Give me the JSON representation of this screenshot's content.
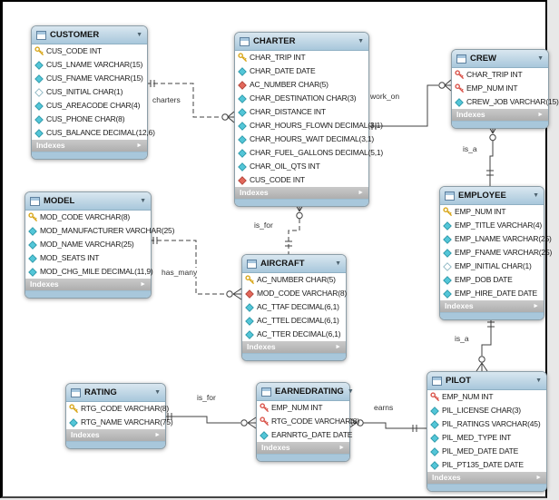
{
  "diagram": {
    "tables": [
      {
        "name": "CUSTOMER",
        "footer": "Indexes",
        "fields": [
          {
            "icon": "primary-key",
            "text": "CUS_CODE INT"
          },
          {
            "icon": "attribute",
            "text": "CUS_LNAME VARCHAR(15)"
          },
          {
            "icon": "attribute",
            "text": "CUS_FNAME VARCHAR(15)"
          },
          {
            "icon": "nullable-attribute",
            "text": "CUS_INITIAL CHAR(1)"
          },
          {
            "icon": "attribute",
            "text": "CUS_AREACODE CHAR(4)"
          },
          {
            "icon": "attribute",
            "text": "CUS_PHONE CHAR(8)"
          },
          {
            "icon": "attribute",
            "text": "CUS_BALANCE DECIMAL(12,6)"
          }
        ]
      },
      {
        "name": "CHARTER",
        "footer": "Indexes",
        "fields": [
          {
            "icon": "primary-key",
            "text": "CHAR_TRIP INT"
          },
          {
            "icon": "attribute",
            "text": "CHAR_DATE DATE"
          },
          {
            "icon": "foreign-key",
            "text": "AC_NUMBER CHAR(5)"
          },
          {
            "icon": "attribute",
            "text": "CHAR_DESTINATION CHAR(3)"
          },
          {
            "icon": "attribute",
            "text": "CHAR_DISTANCE INT"
          },
          {
            "icon": "attribute",
            "text": "CHAR_HOURS_FLOWN DECIMAL(3,1)"
          },
          {
            "icon": "attribute",
            "text": "CHAR_HOURS_WAIT DECIMAL(3,1)"
          },
          {
            "icon": "attribute",
            "text": "CHAR_FUEL_GALLONS DECIMAL(5,1)"
          },
          {
            "icon": "attribute",
            "text": "CHAR_OIL_QTS INT"
          },
          {
            "icon": "foreign-key",
            "text": "CUS_CODE INT"
          }
        ]
      },
      {
        "name": "CREW",
        "footer": "Indexes",
        "fields": [
          {
            "icon": "foreign-primary-key",
            "text": "CHAR_TRIP INT"
          },
          {
            "icon": "foreign-primary-key",
            "text": "EMP_NUM INT"
          },
          {
            "icon": "attribute",
            "text": "CREW_JOB VARCHAR(15)"
          }
        ]
      },
      {
        "name": "MODEL",
        "footer": "Indexes",
        "fields": [
          {
            "icon": "primary-key",
            "text": "MOD_CODE VARCHAR(8)"
          },
          {
            "icon": "attribute",
            "text": "MOD_MANUFACTURER VARCHAR(25)"
          },
          {
            "icon": "attribute",
            "text": "MOD_NAME VARCHAR(25)"
          },
          {
            "icon": "attribute",
            "text": "MOD_SEATS INT"
          },
          {
            "icon": "attribute",
            "text": "MOD_CHG_MILE DECIMAL(11,9)"
          }
        ]
      },
      {
        "name": "AIRCRAFT",
        "footer": "Indexes",
        "fields": [
          {
            "icon": "primary-key",
            "text": "AC_NUMBER CHAR(5)"
          },
          {
            "icon": "foreign-key",
            "text": "MOD_CODE VARCHAR(8)"
          },
          {
            "icon": "attribute",
            "text": "AC_TTAF DECIMAL(6,1)"
          },
          {
            "icon": "attribute",
            "text": "AC_TTEL DECIMAL(6,1)"
          },
          {
            "icon": "attribute",
            "text": "AC_TTER DECIMAL(6,1)"
          }
        ]
      },
      {
        "name": "EMPLOYEE",
        "footer": "Indexes",
        "fields": [
          {
            "icon": "primary-key",
            "text": "EMP_NUM INT"
          },
          {
            "icon": "attribute",
            "text": "EMP_TITLE VARCHAR(4)"
          },
          {
            "icon": "attribute",
            "text": "EMP_LNAME VARCHAR(25)"
          },
          {
            "icon": "attribute",
            "text": "EMP_FNAME VARCHAR(25)"
          },
          {
            "icon": "nullable-attribute",
            "text": "EMP_INITIAL CHAR(1)"
          },
          {
            "icon": "attribute",
            "text": "EMP_DOB DATE"
          },
          {
            "icon": "attribute",
            "text": "EMP_HIRE_DATE DATE"
          }
        ]
      },
      {
        "name": "RATING",
        "footer": "Indexes",
        "fields": [
          {
            "icon": "primary-key",
            "text": "RTG_CODE VARCHAR(8)"
          },
          {
            "icon": "attribute",
            "text": "RTG_NAME VARCHAR(75)"
          }
        ]
      },
      {
        "name": "EARNEDRATING",
        "footer": "Indexes",
        "fields": [
          {
            "icon": "foreign-primary-key",
            "text": "EMP_NUM INT"
          },
          {
            "icon": "foreign-primary-key",
            "text": "RTG_CODE VARCHAR(8)"
          },
          {
            "icon": "attribute",
            "text": "EARNRTG_DATE DATE"
          }
        ]
      },
      {
        "name": "PILOT",
        "footer": "Indexes",
        "fields": [
          {
            "icon": "foreign-primary-key",
            "text": "EMP_NUM INT"
          },
          {
            "icon": "attribute",
            "text": "PIL_LICENSE CHAR(3)"
          },
          {
            "icon": "attribute",
            "text": "PIL_RATINGS VARCHAR(45)"
          },
          {
            "icon": "attribute",
            "text": "PIL_MED_TYPE INT"
          },
          {
            "icon": "attribute",
            "text": "PIL_MED_DATE DATE"
          },
          {
            "icon": "attribute",
            "text": "PIL_PT135_DATE DATE"
          }
        ]
      }
    ],
    "relationships": [
      {
        "label": "charters",
        "from": "CUSTOMER",
        "to": "CHARTER",
        "from_end": "one",
        "to_end": "many",
        "line": "dashed"
      },
      {
        "label": "work_on",
        "from": "CHARTER",
        "to": "CREW",
        "from_end": "one",
        "to_end": "many",
        "line": "solid"
      },
      {
        "label": "is_a",
        "from": "EMPLOYEE",
        "to": "CREW",
        "from_end": "one",
        "to_end": "many",
        "line": "solid"
      },
      {
        "label": "is_for",
        "from": "AIRCRAFT",
        "to": "CHARTER",
        "from_end": "one",
        "to_end": "many",
        "line": "dashed"
      },
      {
        "label": "has_many",
        "from": "MODEL",
        "to": "AIRCRAFT",
        "from_end": "one",
        "to_end": "many",
        "line": "dashed"
      },
      {
        "label": "is_a",
        "from": "EMPLOYEE",
        "to": "PILOT",
        "from_end": "one",
        "to_end": "many",
        "line": "solid"
      },
      {
        "label": "is_for",
        "from": "RATING",
        "to": "EARNEDRATING",
        "from_end": "one",
        "to_end": "many",
        "line": "solid"
      },
      {
        "label": "earns",
        "from": "PILOT",
        "to": "EARNEDRATING",
        "from_end": "one",
        "to_end": "many",
        "line": "solid"
      }
    ],
    "colors": {
      "header": "#a8c7db",
      "header_light": "#d9e7f0",
      "indexes_bar": "#b5b5b5",
      "primary_key": "#d8a619",
      "foreign_key": "#d9534a",
      "attribute": "#53c6d8",
      "line": "#404040"
    }
  }
}
